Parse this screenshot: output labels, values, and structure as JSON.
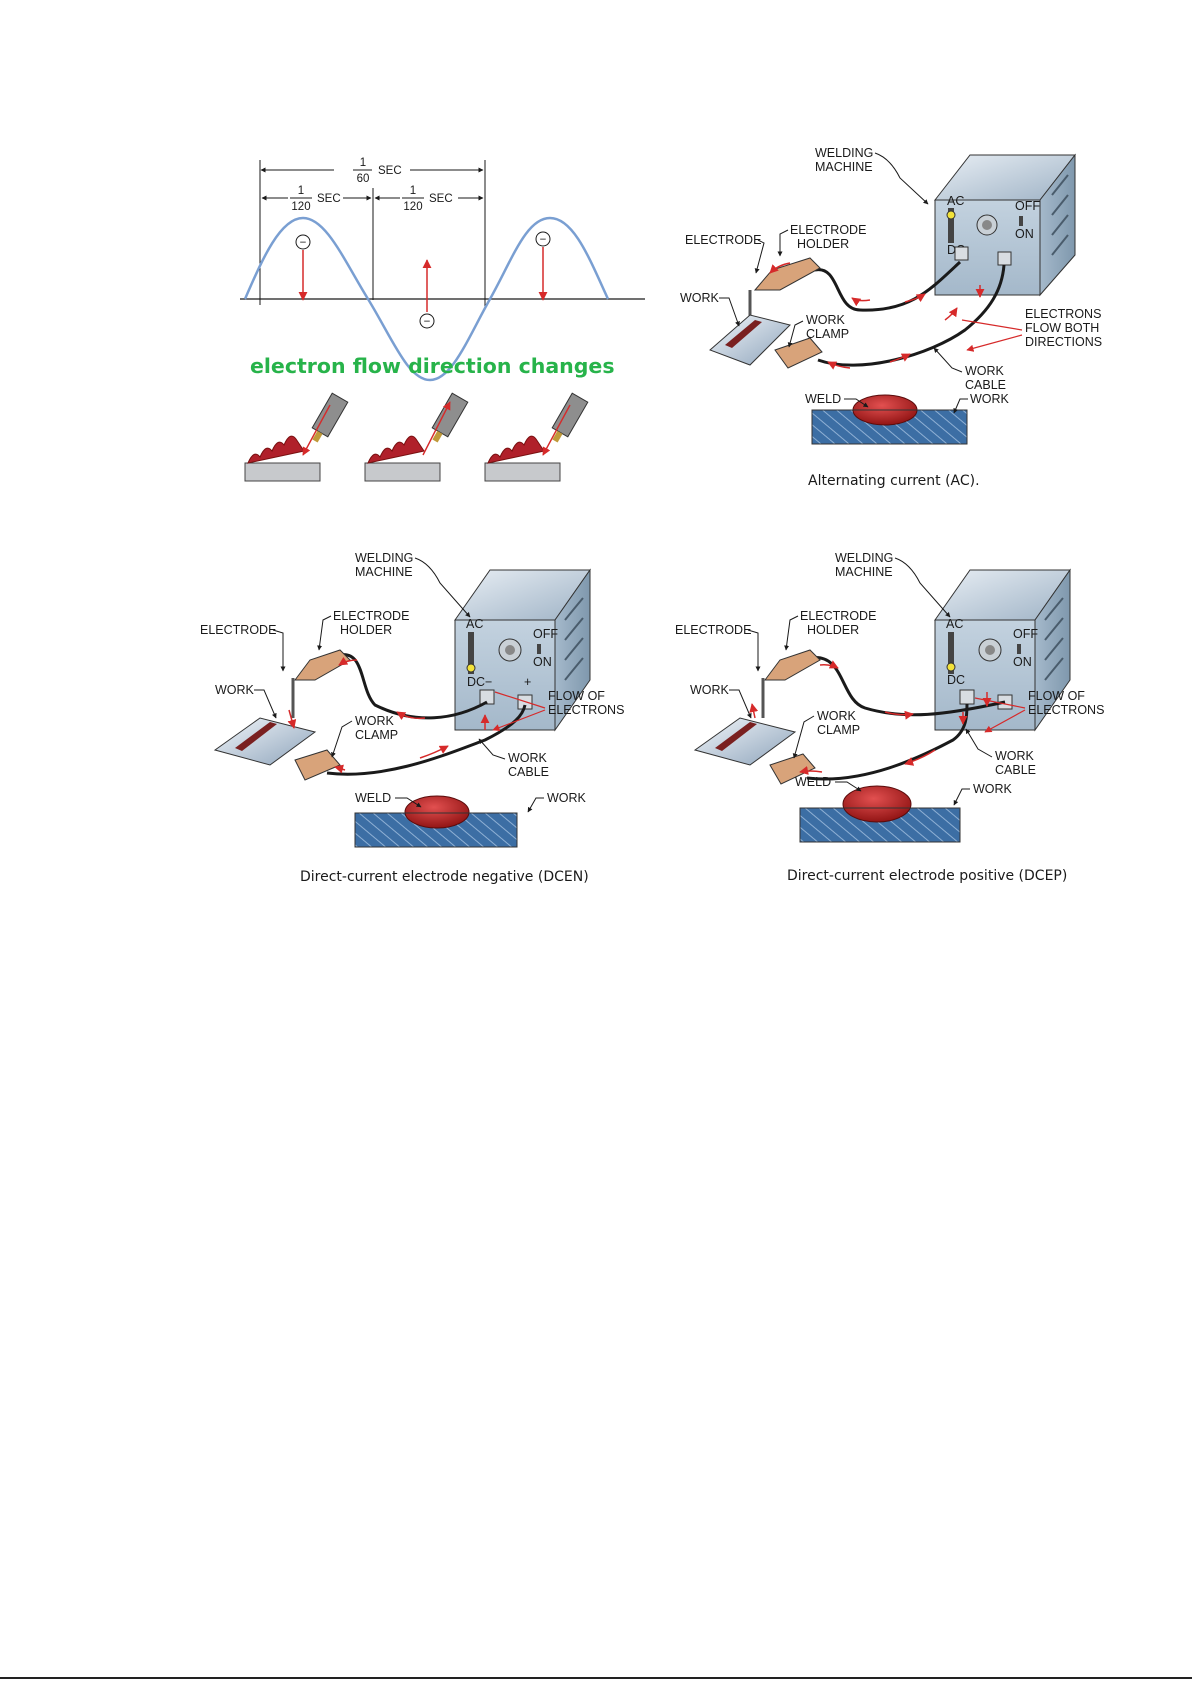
{
  "colors": {
    "wave": "#7a9fd2",
    "arrow": "#d62a2a",
    "accent_green": "#27b34a",
    "machine_top": "#c9d6e2",
    "machine_front": "#a9bccb",
    "machine_side": "#8aa1b5",
    "weld_bead": "#c02828",
    "plate_blue": "#2d5e92",
    "clamp": "#d8a37a"
  },
  "ac_wave": {
    "period_label": {
      "num": "1",
      "den": "60",
      "unit": "SEC"
    },
    "half_left_label": {
      "num": "1",
      "den": "120",
      "unit": "SEC"
    },
    "half_right_label": {
      "num": "1",
      "den": "120",
      "unit": "SEC"
    },
    "electron_symbol": "−",
    "caption": "electron flow direction changes"
  },
  "ac_machine": {
    "welding_machine": "WELDING",
    "welding_machine_2": "MACHINE",
    "electrode_holder": "ELECTRODE",
    "electrode_holder_2": "HOLDER",
    "electrode": "ELECTRODE",
    "work": "WORK",
    "work_clamp": "WORK",
    "work_clamp_2": "CLAMP",
    "electrons_1": "ELECTRONS",
    "electrons_2": "FLOW BOTH",
    "electrons_3": "DIRECTIONS",
    "work_cable": "WORK",
    "work_cable_2": "CABLE",
    "weld": "WELD",
    "work_plate": "WORK",
    "switch_ac": "AC",
    "switch_dc": "DC",
    "off": "OFF",
    "on": "ON",
    "caption": "Alternating current (AC)."
  },
  "dcen_machine": {
    "welding_machine": "WELDING",
    "welding_machine_2": "MACHINE",
    "electrode_holder": "ELECTRODE",
    "electrode_holder_2": "HOLDER",
    "electrode": "ELECTRODE",
    "work": "WORK",
    "work_clamp": "WORK",
    "work_clamp_2": "CLAMP",
    "flow_1": "FLOW OF",
    "flow_2": "ELECTRONS",
    "work_cable": "WORK",
    "work_cable_2": "CABLE",
    "weld": "WELD",
    "work_plate": "WORK",
    "switch_ac": "AC",
    "switch_dc": "DC",
    "minus": "−",
    "plus": "+",
    "off": "OFF",
    "on": "ON",
    "caption": "Direct-current electrode negative (DCEN)"
  },
  "dcep_machine": {
    "welding_machine": "WELDING",
    "welding_machine_2": "MACHINE",
    "electrode_holder": "ELECTRODE",
    "electrode_holder_2": "HOLDER",
    "electrode": "ELECTRODE",
    "work": "WORK",
    "work_clamp": "WORK",
    "work_clamp_2": "CLAMP",
    "flow_1": "FLOW OF",
    "flow_2": "ELECTRONS",
    "work_cable": "WORK",
    "work_cable_2": "CABLE",
    "weld": "WELD",
    "work_plate": "WORK",
    "switch_ac": "AC",
    "switch_dc": "DC",
    "off": "OFF",
    "on": "ON",
    "caption": "Direct-current electrode positive (DCEP)"
  }
}
